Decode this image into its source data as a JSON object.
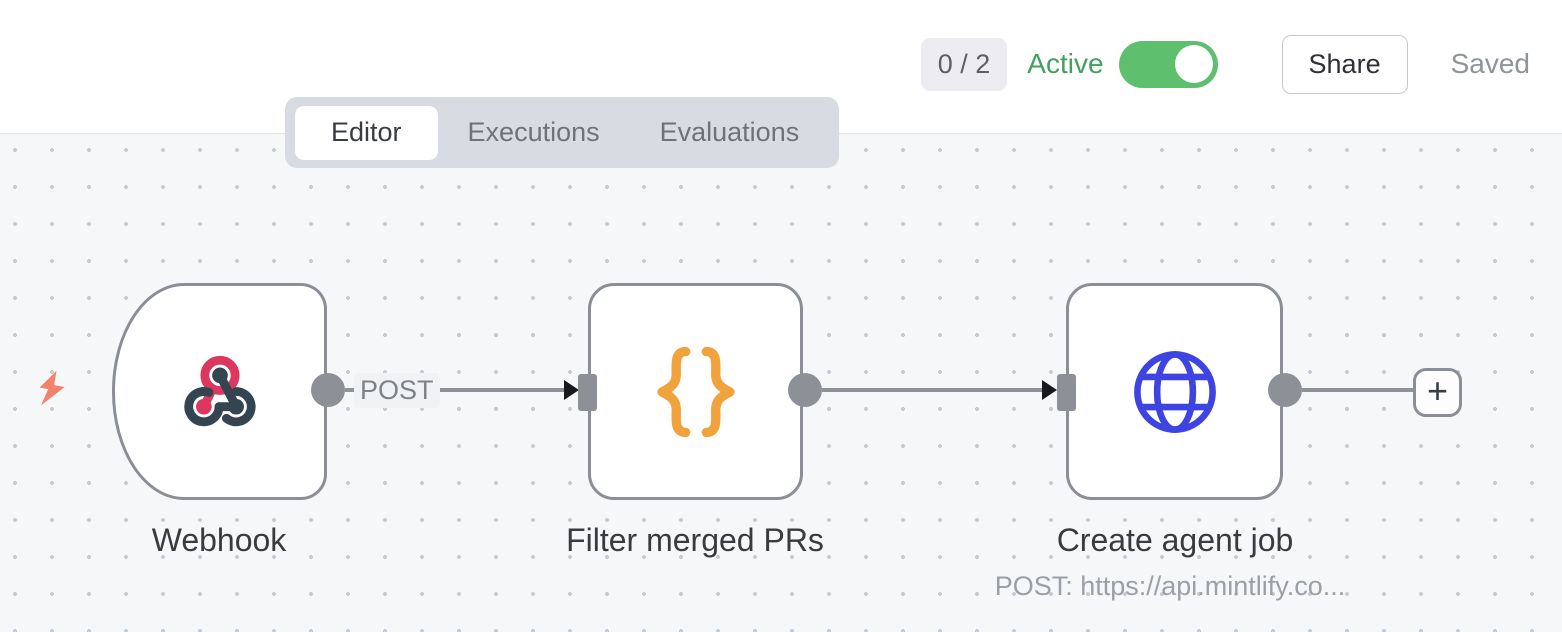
{
  "header": {
    "issues_badge": "0 / 2",
    "active_label": "Active",
    "active_state": "on",
    "share_label": "Share",
    "saved_label": "Saved"
  },
  "tabs": [
    {
      "label": "Editor",
      "active": true
    },
    {
      "label": "Executions",
      "active": false
    },
    {
      "label": "Evaluations",
      "active": false
    }
  ],
  "workflow": {
    "trigger_hint_icon": "lightning-bolt-icon",
    "nodes": [
      {
        "name": "Webhook",
        "icon": "webhook-icon",
        "shape": "trigger-rounded-left",
        "output_label": "POST"
      },
      {
        "name": "Filter merged PRs",
        "icon": "code-braces-icon"
      },
      {
        "name": "Create agent job",
        "icon": "globe-icon",
        "subtitle": "POST: https://api.mintlify.co..."
      }
    ],
    "add_node_label": "+"
  },
  "colors": {
    "active_green": "#44a05f",
    "toggle_green": "#5ec06f",
    "canvas_bg": "#f6f7f9",
    "node_border": "#8b8f95",
    "connector_gray": "#8d9197",
    "webhook_pink": "#dc3761",
    "webhook_slate": "#344450",
    "code_orange": "#f0a23c",
    "globe_blue": "#3e44e1",
    "bolt_coral": "#f2836b"
  }
}
